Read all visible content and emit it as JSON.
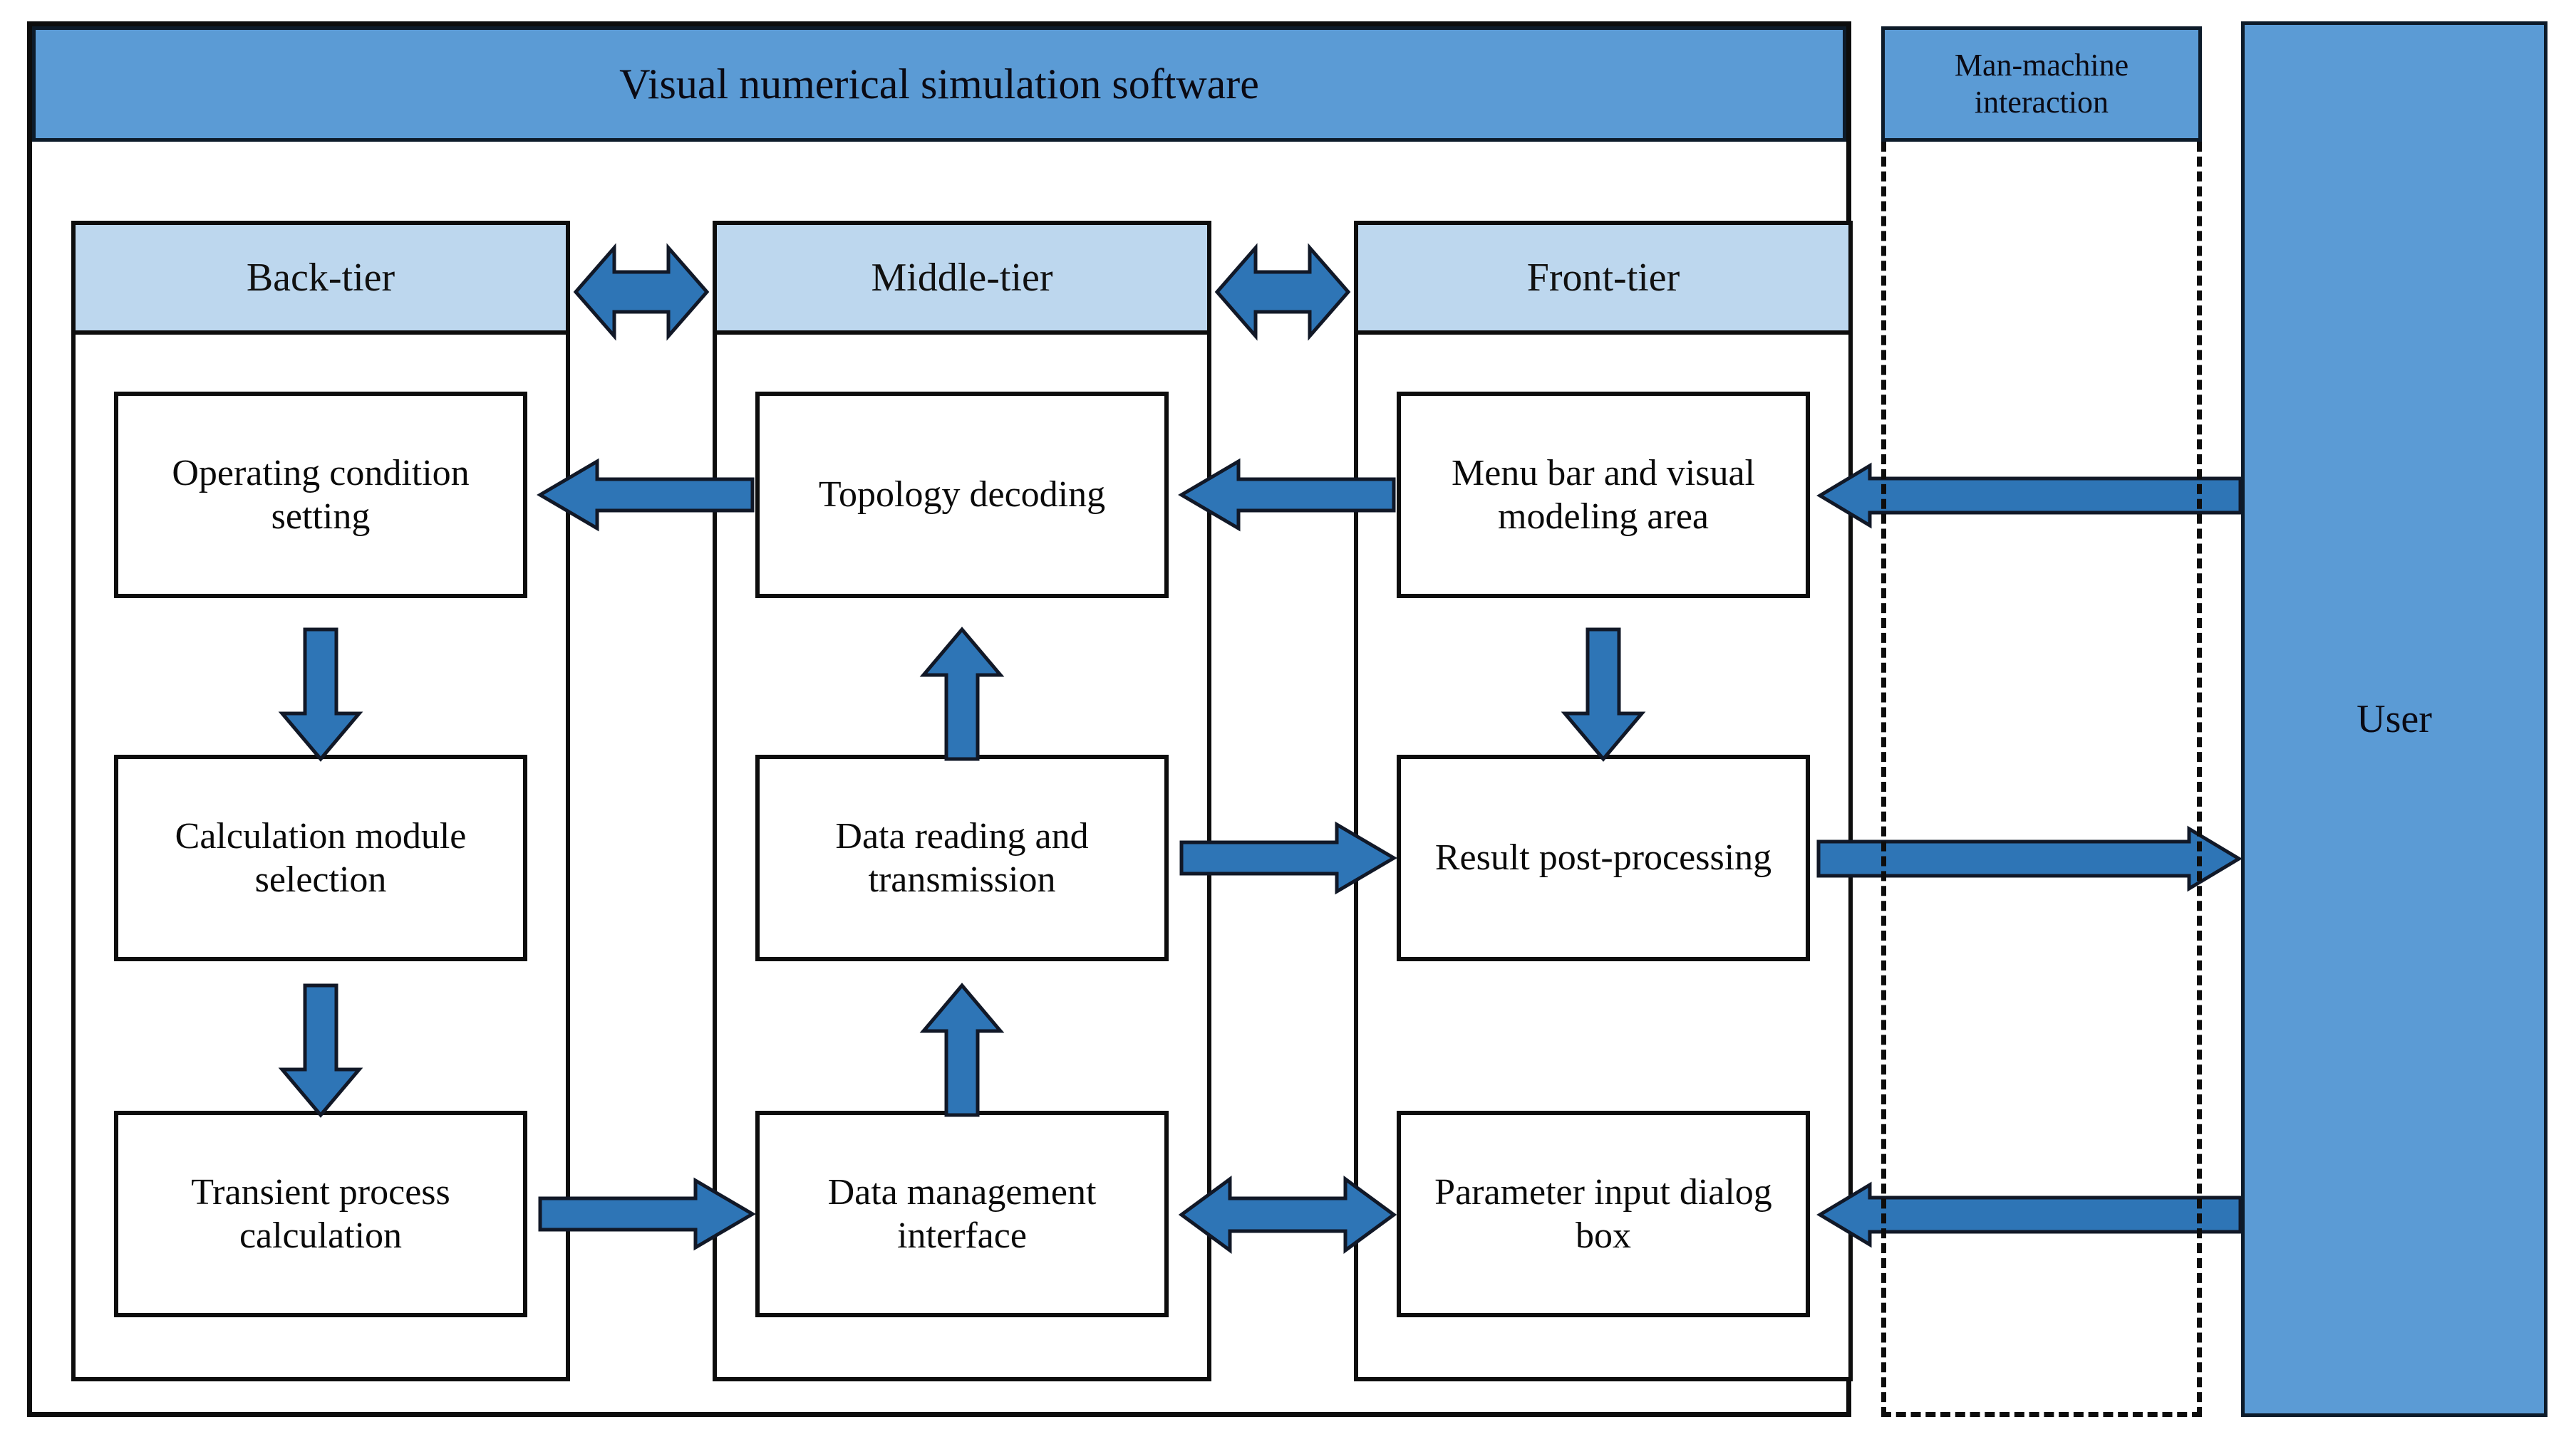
{
  "diagram": {
    "title": "Visual numerical simulation software",
    "software_frame_label": "Visual numerical simulation software",
    "tiers": [
      {
        "id": "back",
        "label": "Back-tier"
      },
      {
        "id": "middle",
        "label": "Middle-tier"
      },
      {
        "id": "front",
        "label": "Front-tier"
      }
    ],
    "boxes": {
      "back": [
        "Operating condition setting",
        "Calculation module selection",
        "Transient process calculation"
      ],
      "middle": [
        "Topology decoding",
        "Data reading and transmission",
        "Data management interface"
      ],
      "front": [
        "Menu bar and visual modeling area",
        "Result post-processing",
        "Parameter input dialog box"
      ]
    },
    "man_machine": {
      "label_line1": "Man-machine",
      "label_line2": "interaction"
    },
    "user": {
      "label": "User"
    },
    "arrows": [
      {
        "name": "back-middle-tier-link",
        "kind": "bidirectional-horizontal"
      },
      {
        "name": "middle-front-tier-link",
        "kind": "bidirectional-horizontal"
      },
      {
        "name": "topology-to-operating",
        "kind": "left"
      },
      {
        "name": "menubar-to-topology",
        "kind": "left"
      },
      {
        "name": "user-to-menubar",
        "kind": "left"
      },
      {
        "name": "operating-to-calculation",
        "kind": "down"
      },
      {
        "name": "menubar-to-result",
        "kind": "down"
      },
      {
        "name": "datareading-to-topology",
        "kind": "up"
      },
      {
        "name": "datamanagement-to-datareading",
        "kind": "up"
      },
      {
        "name": "datareading-to-result",
        "kind": "right"
      },
      {
        "name": "result-to-user",
        "kind": "right"
      },
      {
        "name": "transient-to-datamanagement",
        "kind": "right"
      },
      {
        "name": "datamanagement-parameter-link",
        "kind": "bidirectional-horizontal"
      },
      {
        "name": "user-to-parameter",
        "kind": "left"
      }
    ],
    "colors": {
      "header_blue": "#5B9BD5",
      "tier_light_blue": "#BDD7EE",
      "arrow_blue": "#2E75B6",
      "outline": "#0D0D0D",
      "background": "#FFFFFF"
    }
  }
}
